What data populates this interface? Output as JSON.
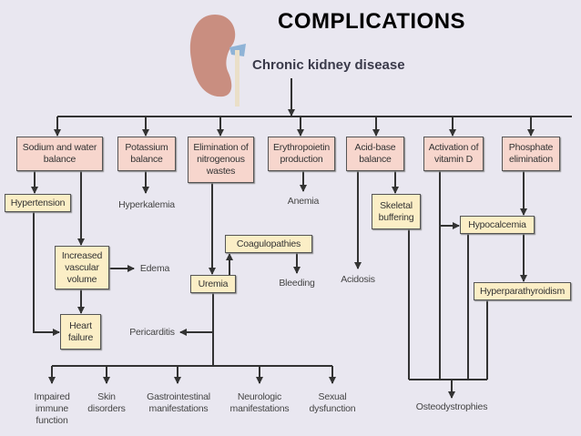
{
  "title": "COMPLICATIONS",
  "root": "Chronic kidney disease",
  "categories": {
    "sodium": "Sodium and water balance",
    "potassium": "Potassium balance",
    "nitrogen": "Elimination of nitrogenous wastes",
    "erythro": "Erythropoietin production",
    "acidbase": "Acid-base balance",
    "vitd": "Activation of vitamin D",
    "phosphate": "Phosphate elimination"
  },
  "intermediates": {
    "hypertension": "Hypertension",
    "ivv": "Increased vascular volume",
    "heart_failure": "Heart failure",
    "coagulopathies": "Coagulopathies",
    "uremia": "Uremia",
    "skeletal": "Skeletal buffering",
    "hypocalcemia": "Hypocalcemia",
    "hyperpara": "Hyperparathyroidism"
  },
  "outcomes": {
    "hyperkalemia": "Hyperkalemia",
    "anemia": "Anemia",
    "edema": "Edema",
    "bleeding": "Bleeding",
    "acidosis": "Acidosis",
    "pericarditis": "Pericarditis",
    "immune": "Impaired immune function",
    "skin": "Skin disorders",
    "gi": "Gastrointestinal manifestations",
    "neuro": "Neurologic manifestations",
    "sexual": "Sexual dysfunction",
    "osteo": "Osteodystrophies"
  },
  "colors": {
    "category_box": "#f7d6cd",
    "intermediate_box": "#fbeec6",
    "background": "#e9e7f0"
  }
}
